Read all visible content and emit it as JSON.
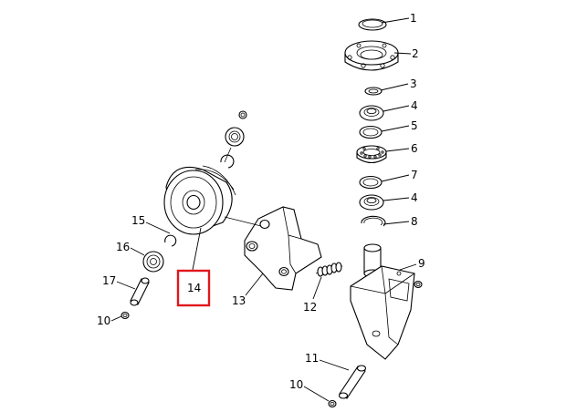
{
  "diagram": {
    "callouts": [
      {
        "id": "c1",
        "text": "1"
      },
      {
        "id": "c2",
        "text": "2"
      },
      {
        "id": "c3",
        "text": "3"
      },
      {
        "id": "c4a",
        "text": "4"
      },
      {
        "id": "c5",
        "text": "5"
      },
      {
        "id": "c6",
        "text": "6"
      },
      {
        "id": "c7",
        "text": "7"
      },
      {
        "id": "c4b",
        "text": "4"
      },
      {
        "id": "c8",
        "text": "8"
      },
      {
        "id": "c9",
        "text": "9"
      },
      {
        "id": "c15",
        "text": "15"
      },
      {
        "id": "c16",
        "text": "16"
      },
      {
        "id": "c17",
        "text": "17"
      },
      {
        "id": "c10a",
        "text": "10"
      },
      {
        "id": "c14",
        "text": "14"
      },
      {
        "id": "c13",
        "text": "13"
      },
      {
        "id": "c12",
        "text": "12"
      },
      {
        "id": "c11",
        "text": "11"
      },
      {
        "id": "c10b",
        "text": "10"
      }
    ],
    "highlight": {
      "callout": "14",
      "color": "#e0181c"
    }
  }
}
